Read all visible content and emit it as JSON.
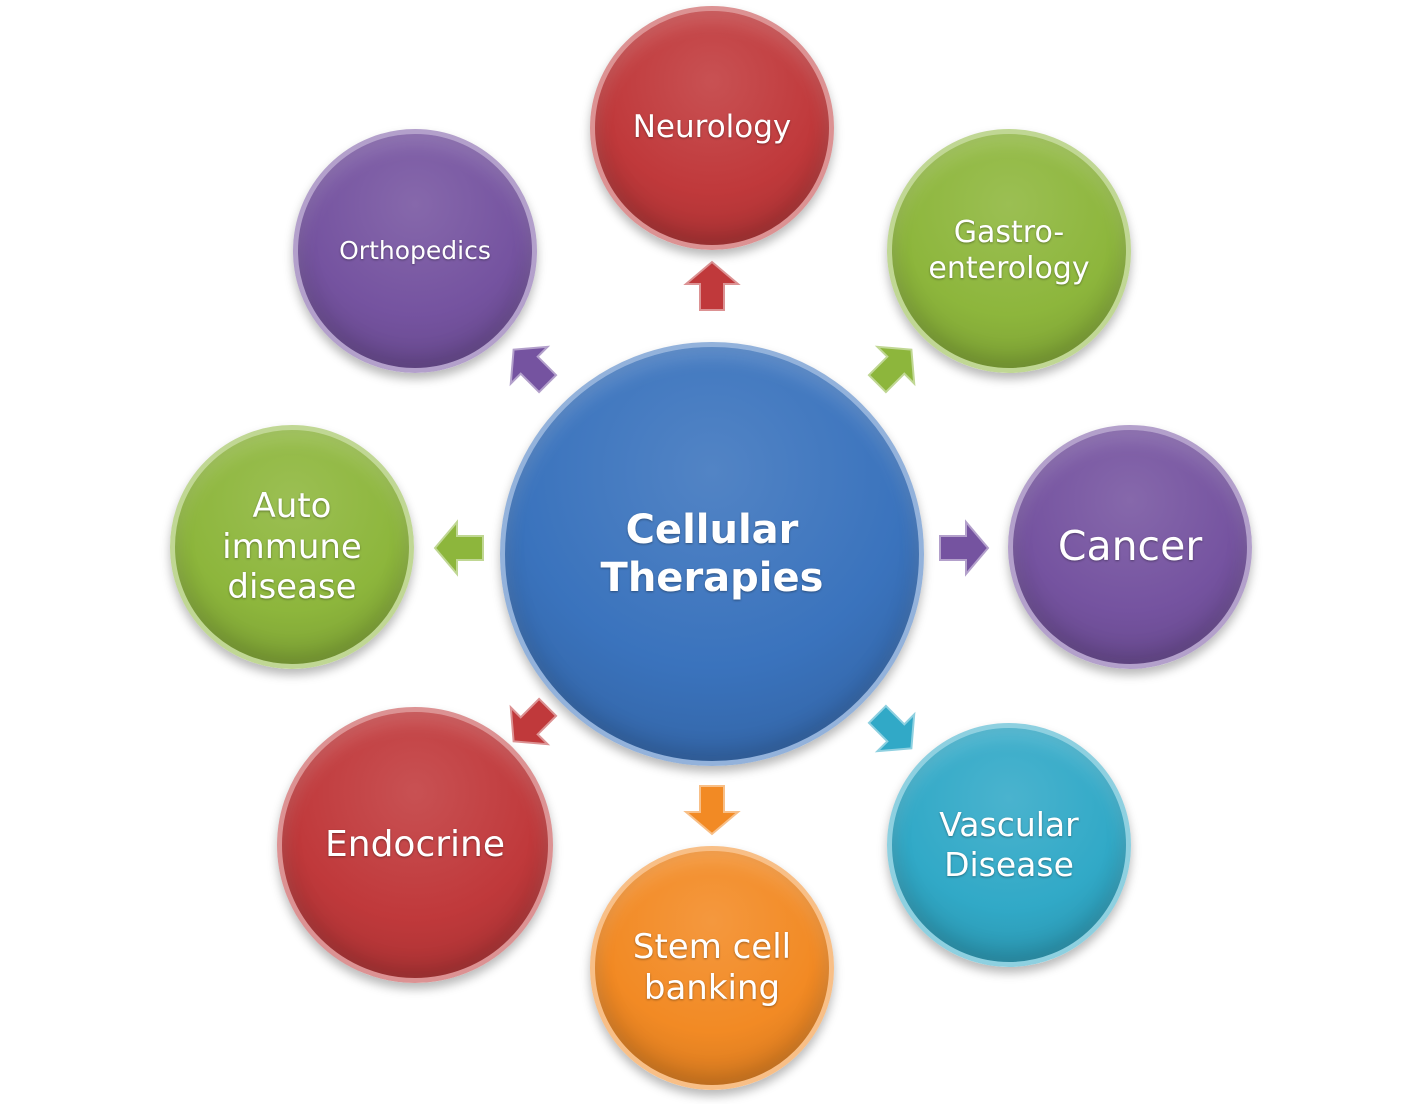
{
  "center": {
    "label": "Cellular\nTherapies",
    "color": "#3a73bd"
  },
  "nodes": [
    {
      "key": "neurology",
      "label": "Neurology",
      "color": "#c0393b"
    },
    {
      "key": "gastroenterology",
      "label": "Gastro-\nenterology",
      "color": "#8db63c"
    },
    {
      "key": "cancer",
      "label": "Cancer",
      "color": "#7553a0"
    },
    {
      "key": "vascular-disease",
      "label": "Vascular\nDisease",
      "color": "#31a9c7"
    },
    {
      "key": "stem-cell-banking",
      "label": "Stem cell\nbanking",
      "color": "#f28a24"
    },
    {
      "key": "endocrine",
      "label": "Endocrine",
      "color": "#c0393b"
    },
    {
      "key": "autoimmune-disease",
      "label": "Auto\nimmune\ndisease",
      "color": "#8db63c"
    },
    {
      "key": "orthopedics",
      "label": "Orthopedics",
      "color": "#7553a0"
    }
  ]
}
